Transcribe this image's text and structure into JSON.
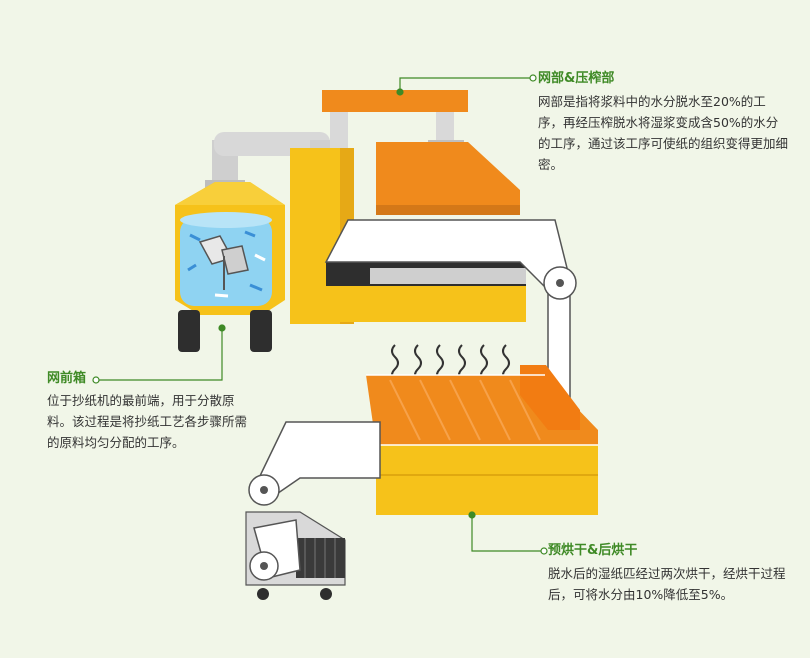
{
  "sections": {
    "press": {
      "title": "网部&压榨部",
      "desc": "网部是指将浆料中的水分脱水至20%的工序，再经压榨脱水将湿浆变成含50%的水分的工序，通过该工序可使纸的组织变得更加细密。"
    },
    "headbox": {
      "title": "网前箱",
      "desc": "位于抄纸机的最前端，用于分散原料。该过程是将抄纸工艺各步骤所需的原料均匀分配的工序。"
    },
    "dryer": {
      "title": "预烘干&后烘干",
      "desc": "脱水后的湿纸匹经过两次烘干，经烘干过程后，可将水分由10%降低至5%。"
    }
  },
  "colors": {
    "background": "#f1f6e8",
    "accent_green": "#3f8a26",
    "orange": "#f08a1c",
    "yellow": "#f6c21a",
    "water": "#8fd3f2",
    "dark": "#333333"
  }
}
